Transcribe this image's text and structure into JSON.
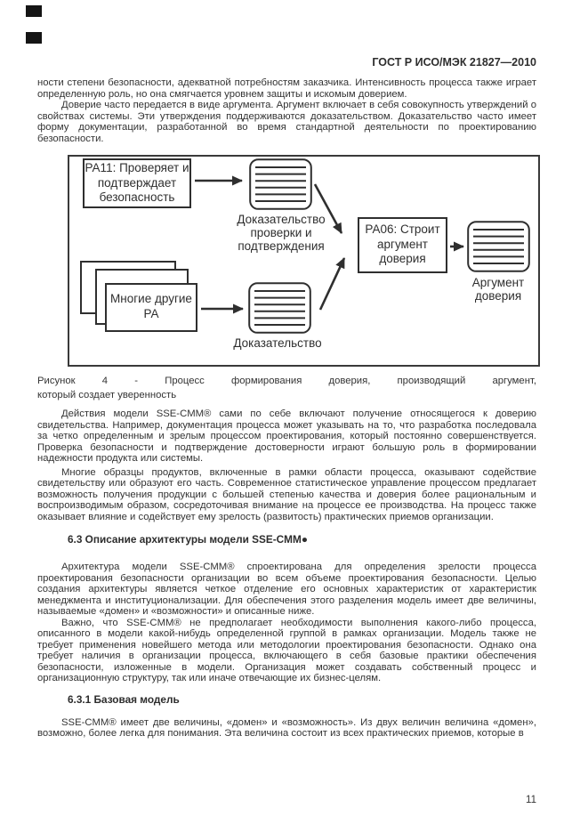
{
  "header": {
    "title": "ГОСТ Р ИСО/МЭК 21827—2010"
  },
  "intro": {
    "p1": "ности степени безопасности, адекватной потребностям заказчика. Интенсивность процесса также играет определенную роль, но она смягчается уровнем защиты и искомым доверием.",
    "p2": "Доверие часто передается в виде аргумента. Аргумент включает в себя совокупность утверждений о свойствах системы. Эти утверждения поддерживаются доказательством. Доказательство часто имеет форму документации, разработанной во время стандартной деятельности по проектированию безопасности."
  },
  "figure": {
    "boxes": {
      "pa11": "РА11: Проверяет и\nподтверждает\nбезопасность",
      "pa06": "РА06: Строит\nаргумент\nдоверия",
      "many_pa": "Многие другие\nРА"
    },
    "labels": {
      "evidence_verification": "Доказательство\nпроверки и\nподтверждения",
      "evidence": "Доказательство",
      "assurance_argument": "Аргумент\nдоверия"
    },
    "caption_line1": "Рисунок 4 - Процесс формирования доверия, производящий аргумент,",
    "caption_line2": "который создает уверенность"
  },
  "sections": {
    "p3": "Действия модели SSE-CMM® сами по себе включают получение относящегося к доверию свидетельства. Например, документация процесса может указывать на то, что разработка последовала за четко определенным и зрелым процессом проектирования, который постоянно совершенствуется. Проверка безопасности и подтверждение достоверности играют большую роль в формировании надежности продукта или системы.",
    "p4": "Многие образцы продуктов, включенные в рамки области процесса, оказывают содействие свидетельству или образуют его часть. Современное статистическое управление процессом предлагает возможность получения продукции с большей степенью качества и доверия более рациональным и воспроизводимым образом, сосредоточивая внимание на процессе ее производства. На процесс также оказывает влияние и содействует ему зрелость (развитость) практических приемов организации.",
    "h63": "6.3 Описание архитектуры модели SSE-CMM●",
    "p5": "Архитектура модели SSE-CMM® спроектирована для определения зрелости процесса проектирования безопасности организации во всем объеме проектирования безопасности. Целью создания архитектуры является четкое отделение его основных характеристик от характеристик менеджмента и институционализации. Для обеспечения этого разделения модель имеет две величины, называемые «домен» и «возможности» и описанные ниже.",
    "p6": "Важно, что SSE-CMM® не предполагает необходимости выполнения какого-либо процесса, описанного в модели какой-нибудь определенной группой в рамках организации. Модель также не требует применения новейшего метода или методологии проектирования безопасности. Однако она требует наличия в организации процесса, включающего в себя базовые практики обеспечения безопасности, изложенные в модели. Организация может создавать собственный процесс и организационную структуру, так или иначе отвечающие их бизнес-целям.",
    "h631": "6.3.1 Базовая модель",
    "p7": "SSE-CMM® имеет две величины, «домен» и «возможность». Из двух величин величина «домен», возможно, более легка для понимания. Эта величина состоит из всех практических приемов, которые в"
  },
  "footer": {
    "page_number": "11"
  }
}
